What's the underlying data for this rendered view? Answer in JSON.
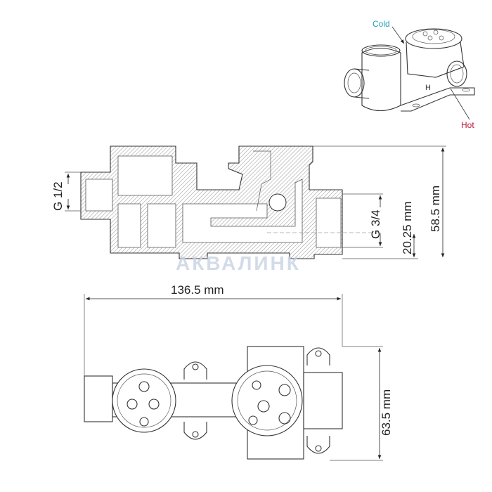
{
  "iso_view": {
    "cold_label": "Cold",
    "hot_label": "Hot",
    "h_mark": "H",
    "cold_color": "#1aa3b8",
    "hot_color": "#c0163c"
  },
  "section_view": {
    "inlet_thread": "G 1/2",
    "outlet_thread": "G 3/4",
    "outlet_height": "20.25 mm",
    "total_height": "58.5 mm"
  },
  "bottom_view": {
    "total_length": "136.5 mm",
    "depth": "63.5 mm"
  },
  "watermark": "АКВАЛИНК"
}
